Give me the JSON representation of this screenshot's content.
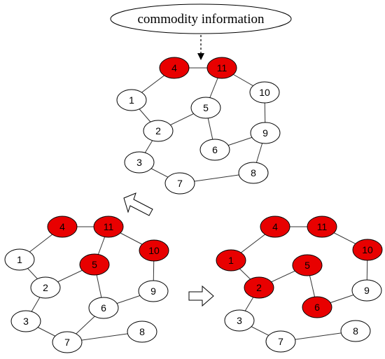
{
  "title": "commodity information",
  "colors": {
    "active": "#e80000",
    "inactive": "#ffffff",
    "stroke": "#000000",
    "edge": "#333333"
  },
  "graphs": [
    {
      "id": "top",
      "active_nodes": [
        "4",
        "11"
      ],
      "nodes": [
        "1",
        "2",
        "3",
        "4",
        "5",
        "6",
        "7",
        "8",
        "9",
        "10",
        "11"
      ],
      "edges": [
        [
          "4",
          "11"
        ],
        [
          "4",
          "1"
        ],
        [
          "1",
          "2"
        ],
        [
          "2",
          "5"
        ],
        [
          "2",
          "3"
        ],
        [
          "3",
          "7"
        ],
        [
          "7",
          "8"
        ],
        [
          "8",
          "9"
        ],
        [
          "9",
          "10"
        ],
        [
          "10",
          "11"
        ],
        [
          "11",
          "5"
        ],
        [
          "5",
          "6"
        ],
        [
          "6",
          "9"
        ]
      ]
    },
    {
      "id": "bottom-left",
      "active_nodes": [
        "4",
        "11",
        "10",
        "5"
      ],
      "nodes": [
        "1",
        "2",
        "3",
        "4",
        "5",
        "6",
        "7",
        "8",
        "9",
        "10",
        "11"
      ],
      "edges": [
        [
          "4",
          "11"
        ],
        [
          "4",
          "1"
        ],
        [
          "1",
          "2"
        ],
        [
          "2",
          "5"
        ],
        [
          "2",
          "3"
        ],
        [
          "3",
          "7"
        ],
        [
          "7",
          "8"
        ],
        [
          "7",
          "6"
        ],
        [
          "6",
          "9"
        ],
        [
          "9",
          "10"
        ],
        [
          "10",
          "11"
        ],
        [
          "11",
          "5"
        ],
        [
          "5",
          "6"
        ]
      ]
    },
    {
      "id": "bottom-right",
      "active_nodes": [
        "4",
        "11",
        "10",
        "1",
        "2",
        "5",
        "6"
      ],
      "nodes": [
        "1",
        "2",
        "3",
        "4",
        "5",
        "6",
        "7",
        "8",
        "9",
        "10",
        "11"
      ],
      "edges": [
        [
          "4",
          "11"
        ],
        [
          "4",
          "1"
        ],
        [
          "1",
          "2"
        ],
        [
          "2",
          "5"
        ],
        [
          "2",
          "3"
        ],
        [
          "3",
          "7"
        ],
        [
          "7",
          "8"
        ],
        [
          "6",
          "9"
        ],
        [
          "9",
          "10"
        ],
        [
          "10",
          "11"
        ],
        [
          "5",
          "6"
        ]
      ]
    }
  ]
}
